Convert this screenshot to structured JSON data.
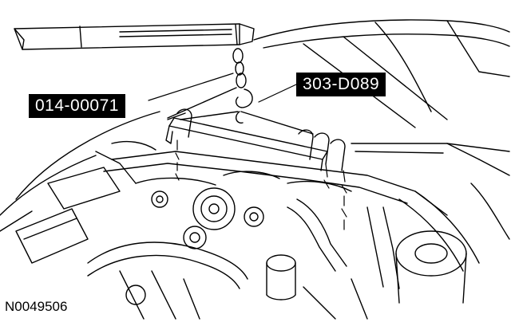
{
  "figure": {
    "id": "N0049506",
    "callouts": [
      {
        "key": "lift_tool",
        "text": "014-00071"
      },
      {
        "key": "lifting_bracket",
        "text": "303-D089"
      }
    ]
  }
}
